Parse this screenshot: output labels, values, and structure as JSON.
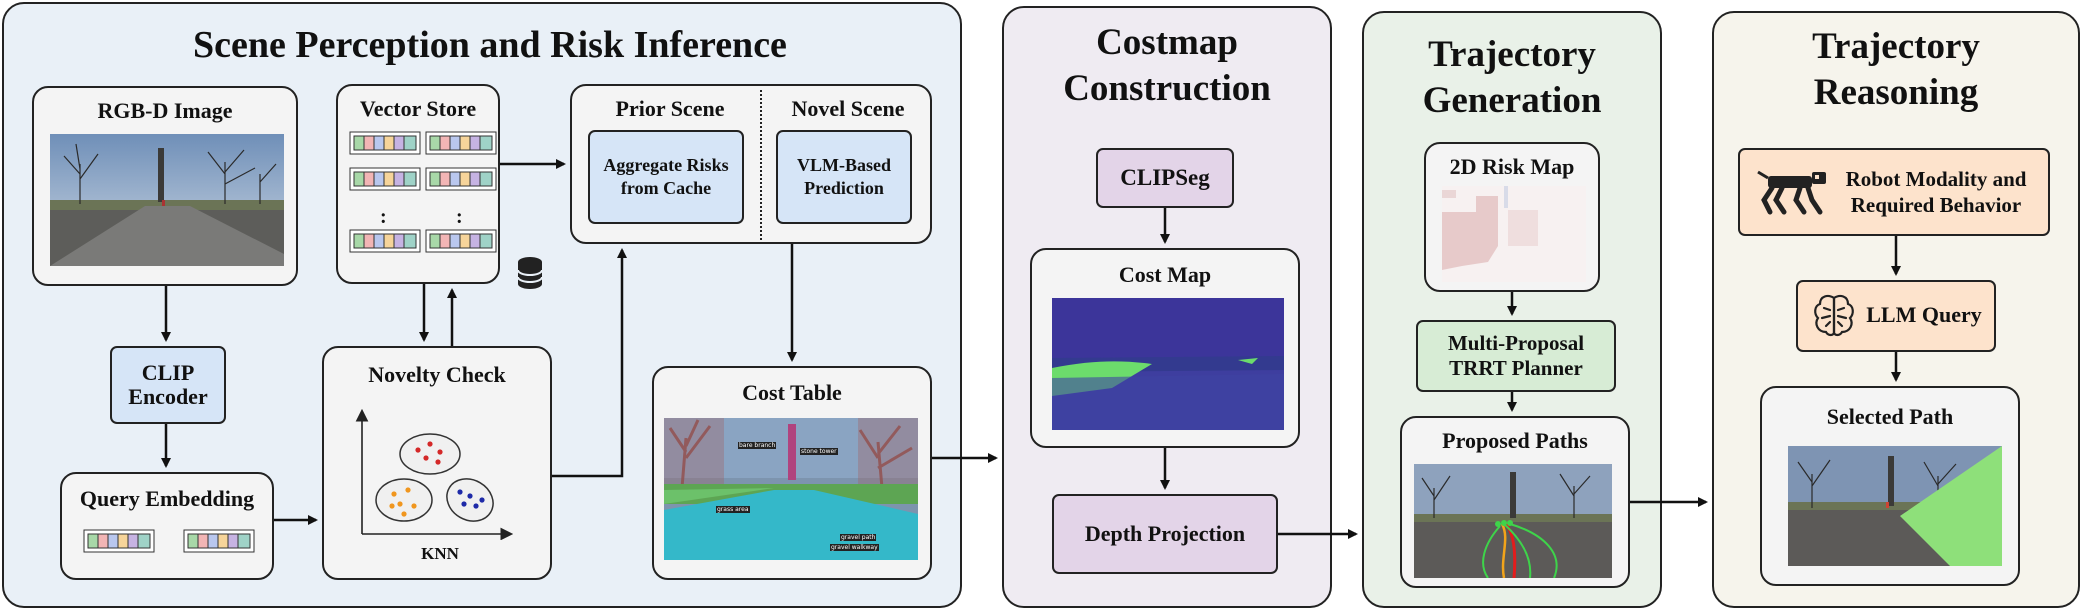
{
  "panels": {
    "scene": {
      "title": "Scene Perception and Risk Inference",
      "rgbd_title": "RGB-D Image",
      "vector_store_title": "Vector Store",
      "prior_scene_title": "Prior Scene",
      "novel_scene_title": "Novel Scene",
      "aggregate_label": "Aggregate Risks from Cache",
      "vlm_label": "VLM-Based Prediction",
      "clip_encoder_label": "CLIP Encoder",
      "novelty_title": "Novelty Check",
      "knn_label": "KNN",
      "query_embedding_title": "Query Embedding",
      "cost_table_title": "Cost Table",
      "cost_table_tags": [
        "bare branch",
        "gravel walkway",
        "gravel path",
        "grass area",
        "stone tower"
      ],
      "vector_dots": ":"
    },
    "costmap": {
      "title": "Costmap Construction",
      "clipseg_label": "CLIPSeg",
      "cost_map_title": "Cost Map",
      "depth_label": "Depth Projection"
    },
    "trajgen": {
      "title": "Trajectory Generation",
      "risk_map_title": "2D Risk Map",
      "planner_label": "Multi-Proposal TRRT Planner",
      "proposed_title": "Proposed Paths"
    },
    "reasoning": {
      "title": "Trajectory Reasoning",
      "robot_label": "Robot Modality and Required Behavior",
      "llm_label": "LLM Query",
      "selected_title": "Selected Path"
    }
  },
  "colors": {
    "scene_bg": "#e9f0f7",
    "costmap_bg": "#efebf2",
    "trajgen_bg": "#e9f1e8",
    "reasoning_bg": "#f6f4ec",
    "blue_box": "#d6e5f7",
    "purple_box": "#e3d4e8",
    "green_box": "#d7ecd5",
    "orange_box": "#fde3cc",
    "costmap_dark": "#3a3a9e",
    "costmap_light": "#6cdc6c"
  },
  "icons": [
    "database-icon",
    "robot-dog-icon",
    "brain-icon"
  ]
}
